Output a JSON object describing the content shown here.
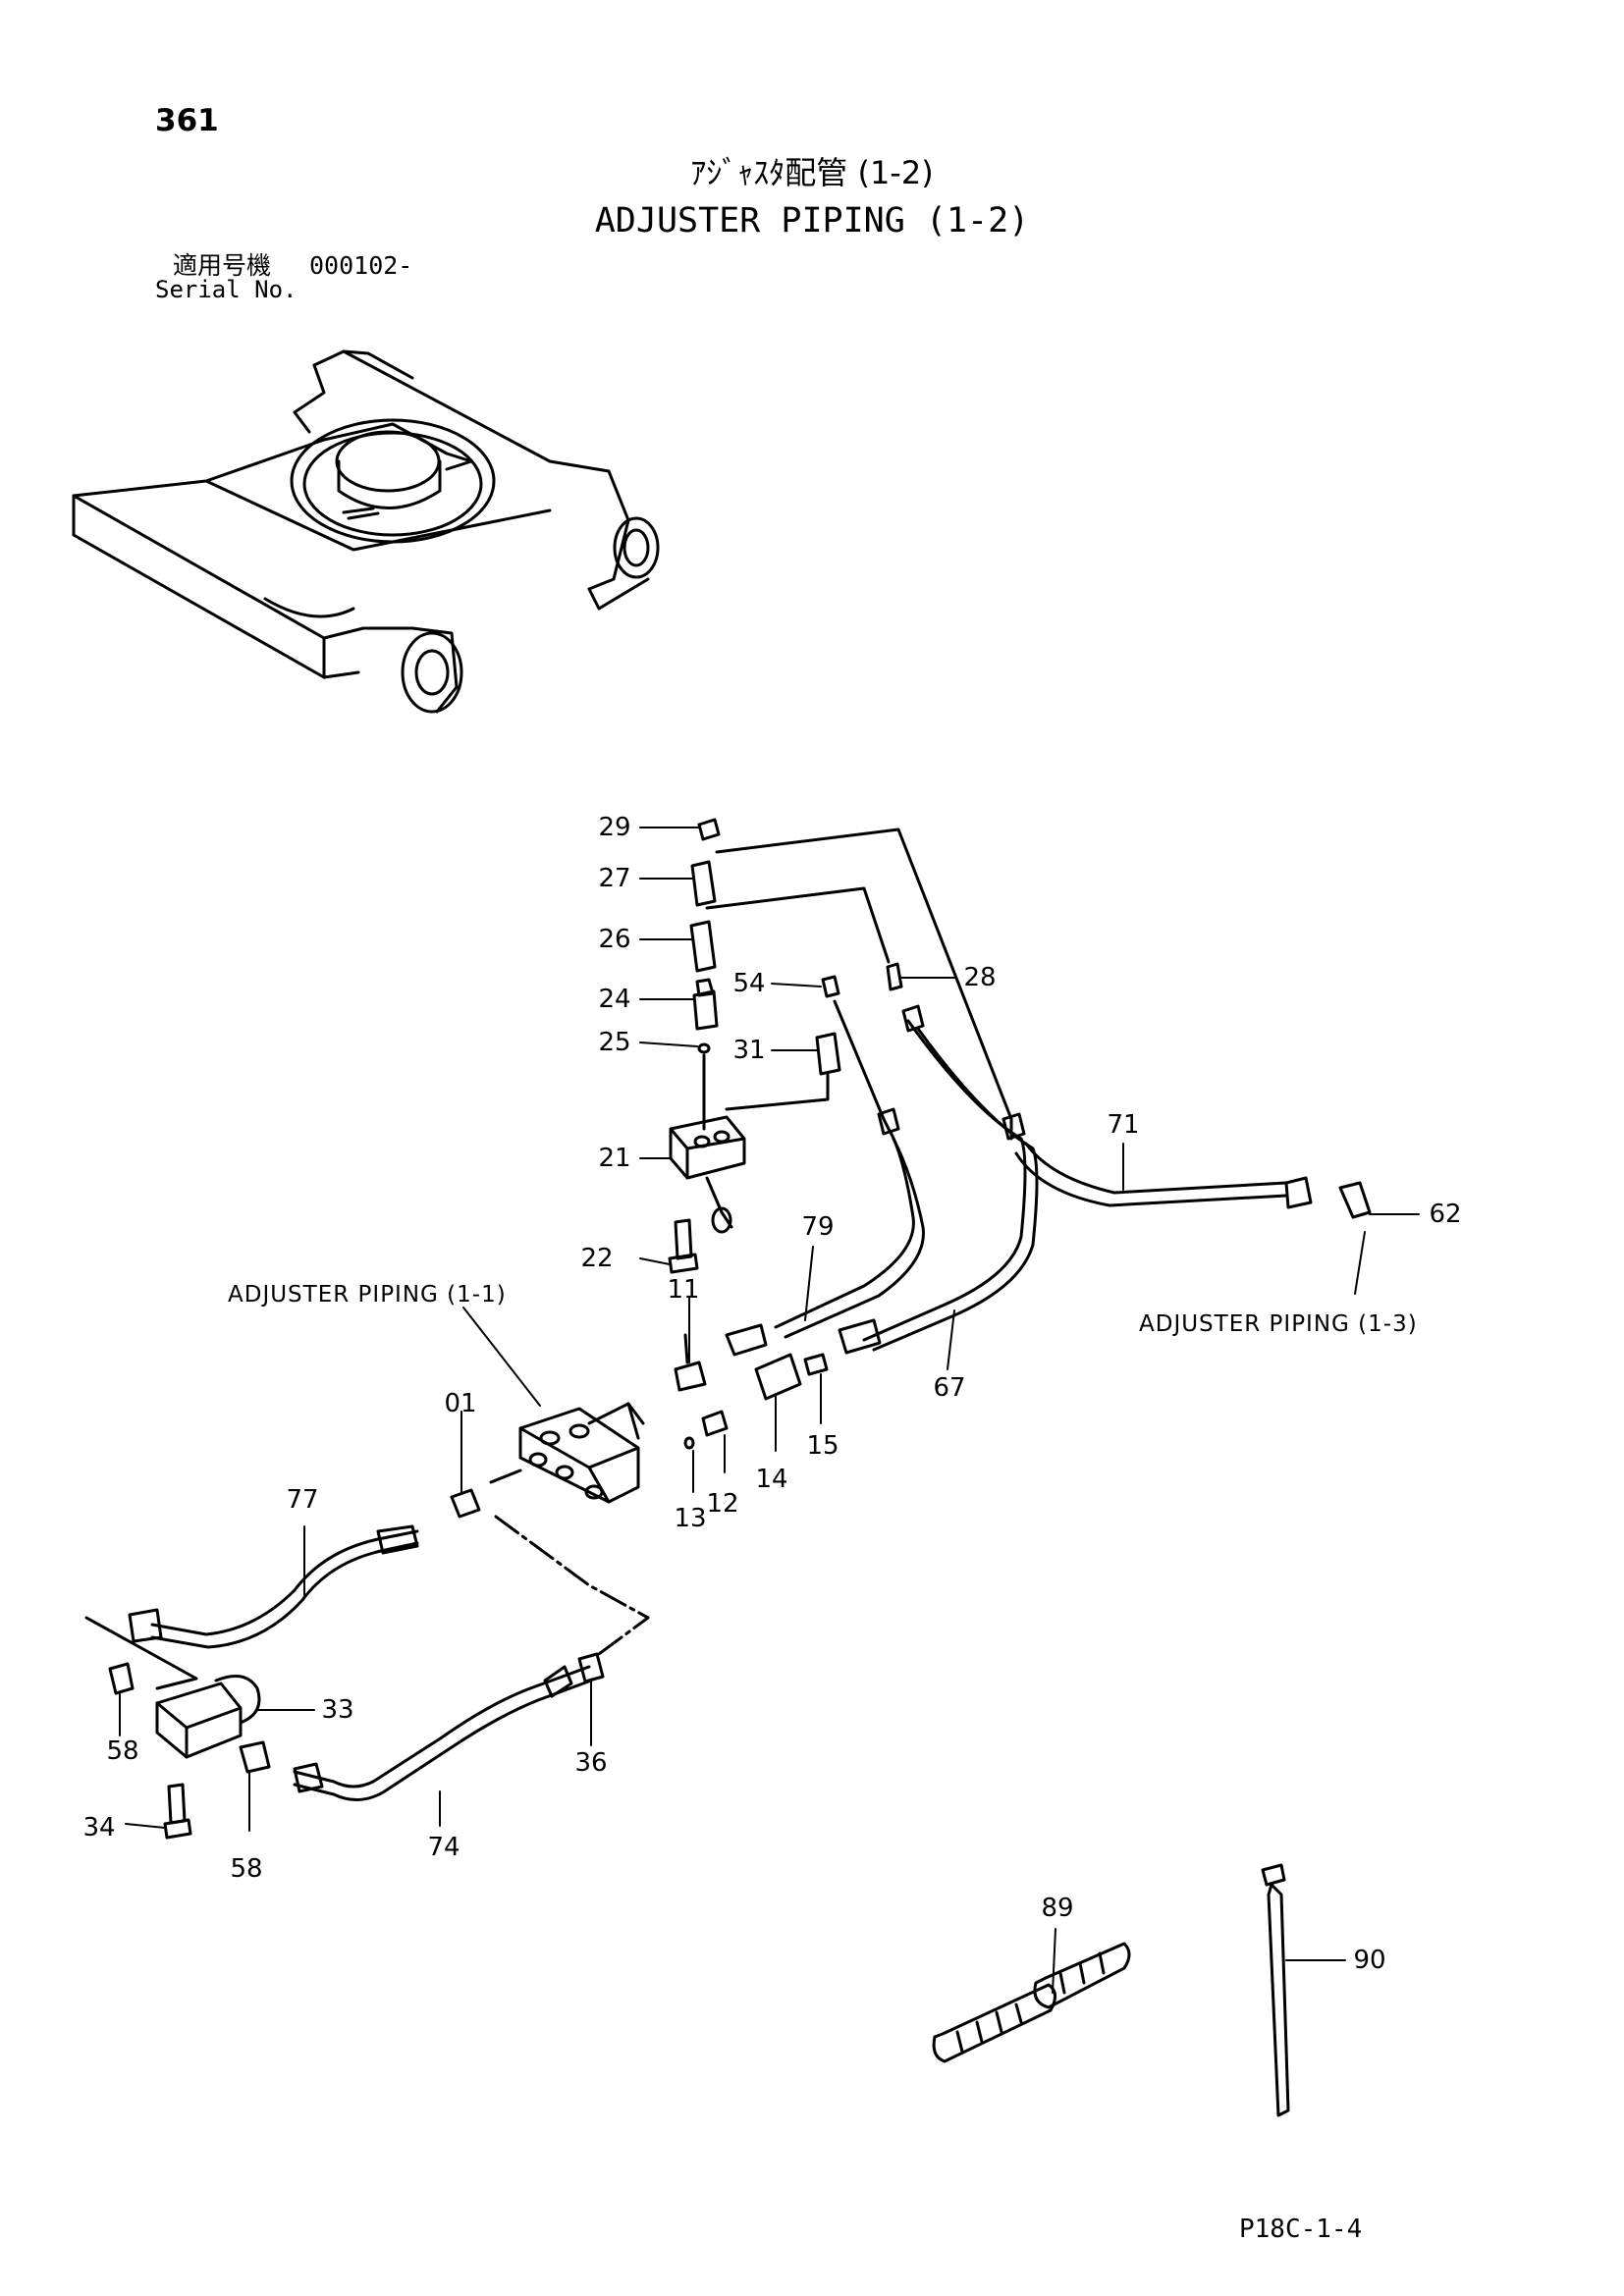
{
  "page_number": "361",
  "title_jp": "ｱｼﾞｬｽﾀ配管 (1-2)",
  "title_en": "ADJUSTER PIPING (1-2)",
  "serial": {
    "label_jp": "適用号機",
    "label_en": "Serial No.",
    "value": "000102-"
  },
  "references": {
    "piping_1_1": "ADJUSTER PIPING (1-1)",
    "piping_1_3": "ADJUSTER PIPING (1-3)"
  },
  "drawing_code": "P18C-1-4",
  "callouts": {
    "c29": "29",
    "c27": "27",
    "c26": "26",
    "c24": "24",
    "c25": "25",
    "c21": "21",
    "c22": "22",
    "c54": "54",
    "c31": "31",
    "c28": "28",
    "c71": "71",
    "c62": "62",
    "c79": "79",
    "c11": "11",
    "c67": "67",
    "c01": "01",
    "c15": "15",
    "c14": "14",
    "c12": "12",
    "c13": "13",
    "c77": "77",
    "c33": "33",
    "c36": "36",
    "c58a": "58",
    "c58b": "58",
    "c34": "34",
    "c74": "74",
    "c89": "89",
    "c90": "90"
  }
}
